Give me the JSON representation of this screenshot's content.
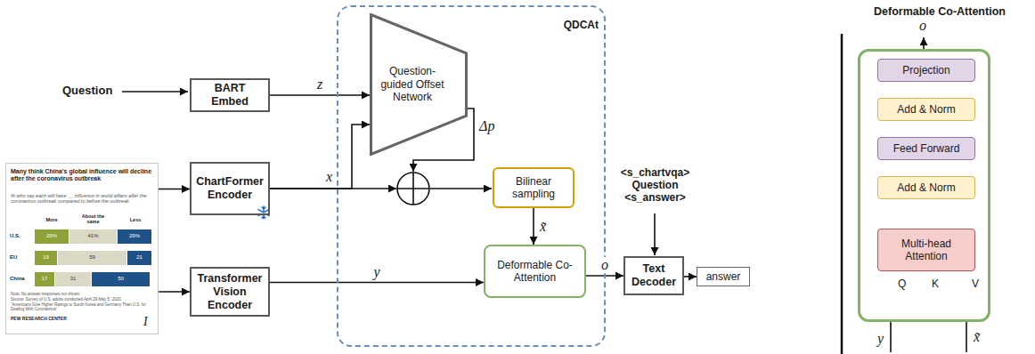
{
  "diagram": {
    "nodes": [
      {
        "text": [
          "Many think China's global influence will decline after the coronavirus outbreak",
          "% who say each will have __ influence in world affairs after the coronavirus outbreak compared to before the outbreak",
          "More",
          "About the same",
          "Less",
          "U.S.",
          "29%",
          "41%",
          "29%",
          "EU",
          "19",
          "59",
          "21",
          "China",
          "17",
          "31",
          "50",
          "Note: No answer responses not shown.",
          "Source: Survey of U.S. adults conducted April 29-May 5, 2020.",
          "“Americans Give Higher Ratings to South Korea and Germany Than U.S. for Dealing With Coronavirus”",
          "PEW RESEARCH CENTER",
          "I"
        ]
      },
      {
        "text": [
          "BART Embed"
        ]
      },
      {
        "text": [
          "ChartFormer Encoder"
        ]
      },
      {
        "text": [
          "Transformer Vision Encoder"
        ]
      },
      {
        "text": [
          "QDCAt"
        ]
      },
      {
        "text": [
          "Question-guided Offset Network"
        ],
        "in": 4
      },
      {
        "text": [
          "Bilinear sampling"
        ],
        "in": 4
      },
      {
        "text": [
          "Deformable Co-Attention"
        ],
        "in": 4
      },
      {
        "text": [
          "Text Decoder"
        ]
      },
      {
        "text": [
          "answer"
        ]
      },
      {
        "text": [
          "Deformable Co-Attention"
        ]
      },
      {
        "text": [
          "Projection"
        ],
        "in": 10
      },
      {
        "text": [
          "Add & Norm"
        ],
        "in": 10
      },
      {
        "text": [
          "Feed Forward"
        ],
        "in": 10
      },
      {
        "text": [
          "Add & Norm"
        ],
        "in": 10
      },
      {
        "text": [
          "Multi-head Attention"
        ],
        "in": 10
      }
    ],
    "edges": [
      {
        "from": 0,
        "to": 2,
        "arrow": "to"
      },
      {
        "from": 0,
        "to": 3,
        "arrow": "to"
      },
      {
        "from": 1,
        "to": 5,
        "arrow": "to",
        "label": "z"
      },
      {
        "from": 2,
        "to": 5,
        "arrow": "to"
      },
      {
        "from": 6,
        "to": 7,
        "arrow": "to",
        "label": "x̃"
      },
      {
        "from": 3,
        "to": 7,
        "arrow": "to",
        "label": "y"
      },
      {
        "from": 7,
        "to": 8,
        "arrow": "to",
        "label": "o"
      },
      {
        "from": 8,
        "to": 9,
        "arrow": "to"
      },
      {
        "from": 15,
        "to": 14,
        "arrow": "to"
      },
      {
        "from": 14,
        "to": 13,
        "arrow": "to"
      },
      {
        "from": 13,
        "to": 12,
        "arrow": "to"
      },
      {
        "from": 12,
        "to": 11,
        "arrow": "to"
      }
    ],
    "labels": [
      "Question",
      "x",
      "Δp",
      "<s_chartvqa> Question <s_answer>",
      "o",
      "Q",
      "K",
      "V",
      "y",
      "x̃"
    ]
  }
}
